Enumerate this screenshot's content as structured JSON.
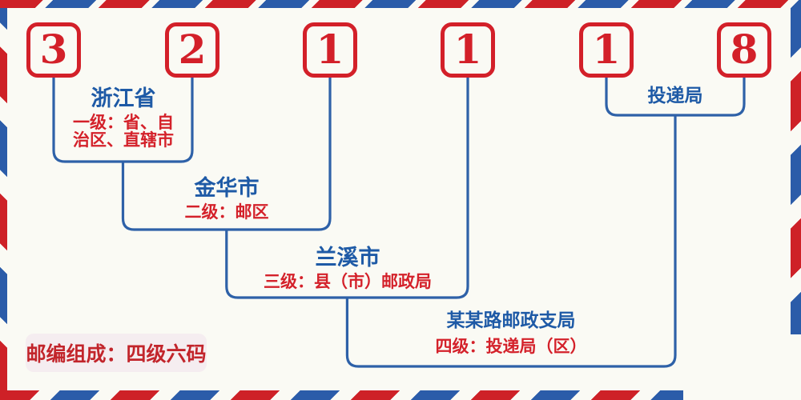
{
  "postal_code": {
    "digits": [
      "3",
      "2",
      "1",
      "1",
      "1",
      "8"
    ]
  },
  "levels": [
    {
      "name": "浙江省",
      "desc_lines": [
        "一级：省、自",
        "治区、直辖市"
      ]
    },
    {
      "name": "金华市",
      "desc_lines": [
        "二级：邮区"
      ]
    },
    {
      "name": "兰溪市",
      "desc_lines": [
        "三级：县（市）邮政局"
      ]
    },
    {
      "name": "某某路邮政支局",
      "desc_lines": [
        "四级：投递局（区）"
      ]
    }
  ],
  "delivery_office_label": "投递局",
  "badge": {
    "text": "邮编组成：四级六码"
  },
  "colors": {
    "stripe_red": "#ce2127",
    "stripe_blue": "#2b5ca9",
    "digit_red": "#d32029",
    "text_red": "#d4212a",
    "text_blue": "#1e5aa6",
    "line_blue": "#2e61a8",
    "background": "#fafaf4",
    "badge_background": "#f5edf0"
  }
}
